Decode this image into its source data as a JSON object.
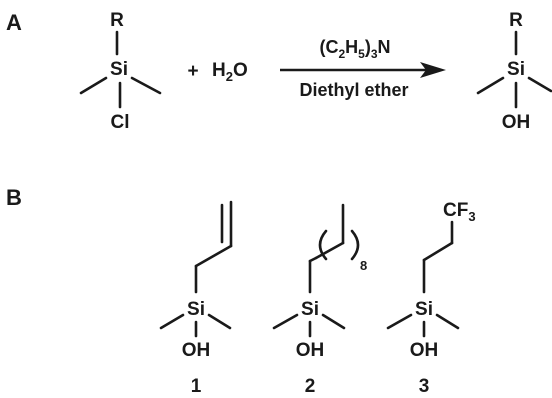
{
  "panels": {
    "a": "A",
    "b": "B"
  },
  "reaction": {
    "reactant": {
      "r": "R",
      "si": "Si",
      "cl": "Cl"
    },
    "plus": "+",
    "water": {
      "h": "H",
      "sub": "2",
      "o": "O"
    },
    "catalyst": {
      "open": "(C",
      "c_sub": "2",
      "h": "H",
      "h_sub": "5",
      "close": ")",
      "n_sub": "3",
      "n": "N"
    },
    "solvent": "Diethyl ether",
    "product": {
      "r": "R",
      "si": "Si",
      "oh": "OH"
    }
  },
  "compounds": [
    {
      "number": "1",
      "si": "Si",
      "oh": "OH"
    },
    {
      "number": "2",
      "si": "Si",
      "oh": "OH",
      "repeat": "8"
    },
    {
      "number": "3",
      "si": "Si",
      "oh": "OH",
      "cf": "CF",
      "cf_sub": "3"
    }
  ],
  "colors": {
    "text": "#1a1a1a",
    "chlorine": "#2e4a9a",
    "hydroxyl": "#e8312a"
  }
}
